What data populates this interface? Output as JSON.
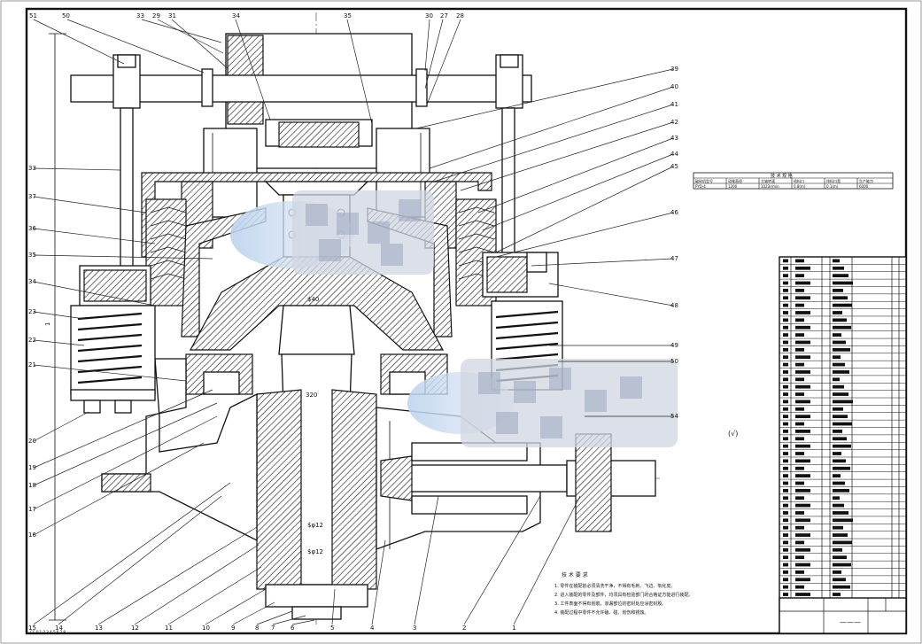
{
  "drawing": {
    "top_labels": [
      "51",
      "50",
      "33",
      "29",
      "31",
      "34",
      "35",
      "30",
      "27",
      "28"
    ],
    "right_labels": [
      "39",
      "40",
      "41",
      "42",
      "43",
      "44",
      "45",
      "46",
      "47",
      "48",
      "49",
      "50",
      "54"
    ],
    "left_labels": [
      "33",
      "37",
      "36",
      "35",
      "34",
      "23",
      "22",
      "21",
      "20",
      "19",
      "18",
      "17",
      "16"
    ],
    "bottom_labels": [
      "15",
      "14",
      "13",
      "12",
      "11",
      "10",
      "9",
      "8",
      "7",
      "6",
      "5",
      "4",
      "3",
      "2",
      "1"
    ],
    "dim_labels": [
      "$40",
      "320",
      "$φ12",
      "1"
    ],
    "surface_mark": "(√)",
    "side_note": "CC 0 1 2 3 4 5 6 7 8"
  },
  "spec_table": {
    "title": "技 术 规 格",
    "headers": [
      "破碎机型号",
      "动锥直径",
      "主轴转速",
      "给料口",
      "排料口宽",
      "生产能力"
    ],
    "values": [
      "PYD-4",
      "1200",
      "1023r/min",
      "0.8(m)",
      "0.1(m)",
      "6000"
    ]
  },
  "tech_req": {
    "title": "技 术 要 求",
    "items": [
      "1. 零件在装配前必须清洗干净，不得有毛刺、飞边、氧化皮。",
      "2. 进入装配的零件及部件，均须具有检验部门的合格证方能进行装配。",
      "3. 工件表面不得有划痕，渗漏部位的密封处应涂密封胶。",
      "4. 装配过程中零件不允许磕、碰、划伤和锈蚀。"
    ]
  },
  "parts_table": {
    "rows": 46,
    "title_block_mark": "———"
  },
  "colors": {
    "line": "#111111",
    "paper": "#ffffff",
    "blur": "#cfd6e2"
  }
}
